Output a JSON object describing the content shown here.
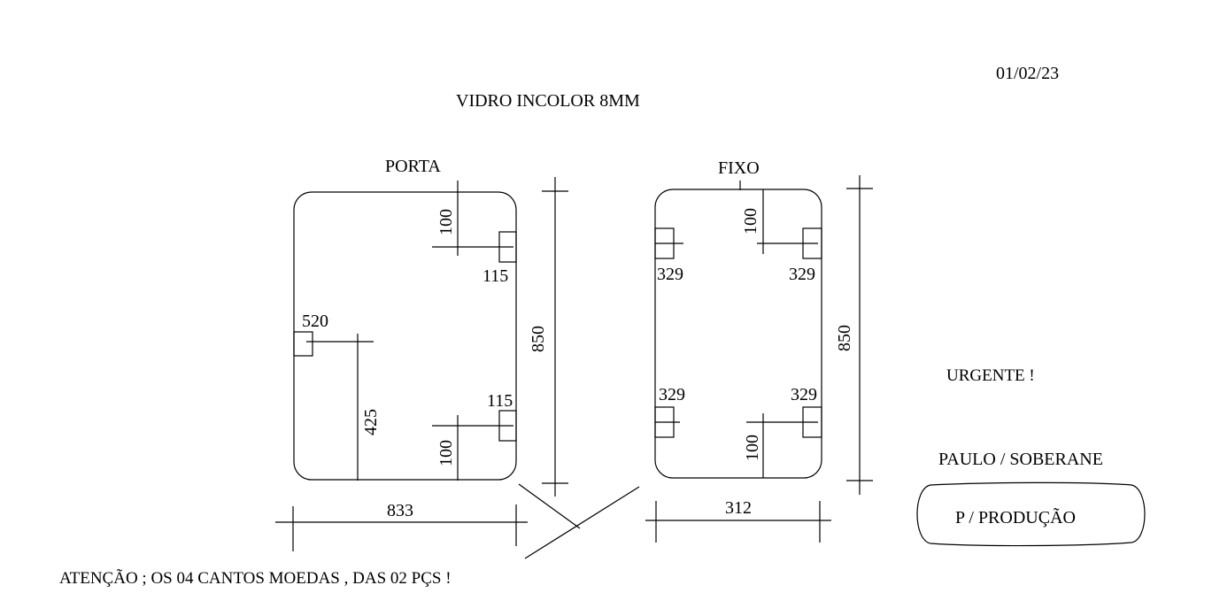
{
  "header": {
    "date": "01/02/23",
    "material": "VIDRO INCOLOR 8MM"
  },
  "porta": {
    "title": "PORTA",
    "dims": {
      "top_offset": "100",
      "top_notch": "115",
      "bottom_notch": "115",
      "bottom_offset": "100",
      "side_notch": "520",
      "side_height": "425",
      "height": "850",
      "width": "833"
    }
  },
  "fixo": {
    "title": "FIXO",
    "dims": {
      "top_offset": "100",
      "bottom_offset": "100",
      "notch_top_left": "329",
      "notch_top_right": "329",
      "notch_bottom_left": "329",
      "notch_bottom_right": "329",
      "height": "850",
      "width": "312"
    }
  },
  "notes": {
    "urgent": "URGENTE !",
    "client": "PAULO / SOBERANE",
    "production": "P / PRODUÇÃO",
    "warning": "ATENÇÃO ;  OS 04 CANTOS MOEDAS , DAS 02 PÇS !"
  },
  "colors": {
    "ink": "#000000",
    "paper": "#ffffff"
  }
}
